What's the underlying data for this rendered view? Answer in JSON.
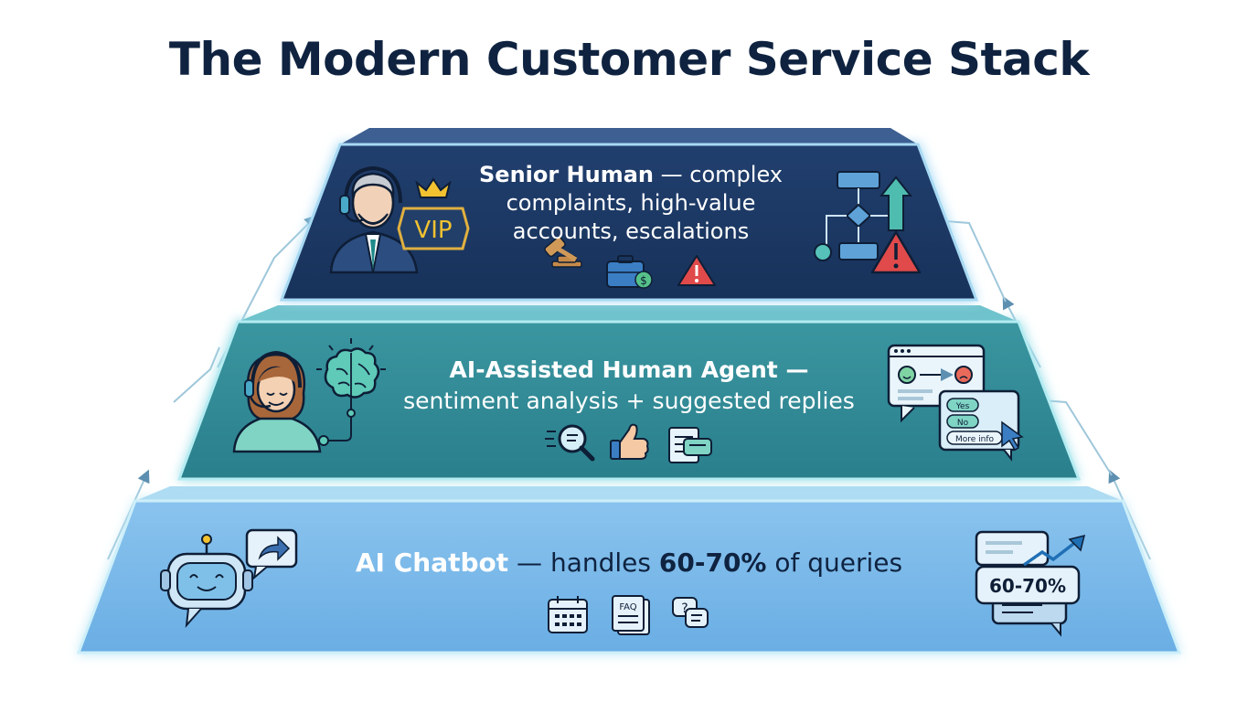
{
  "title": "The Modern Customer Service Stack",
  "tiers": {
    "top": {
      "label": "Senior Human",
      "separator": " — ",
      "description_line1": "complex",
      "description_line2": "complaints, high-value",
      "description_line3": "accounts, escalations",
      "badge": "VIP",
      "icons": [
        "senior-agent-icon",
        "crown-icon",
        "gavel-icon",
        "briefcase-dollar-icon",
        "warning-icon",
        "escalation-flowchart-icon"
      ]
    },
    "middle": {
      "label": "AI-Assisted Human Agent",
      "separator": " —",
      "description": "sentiment analysis + suggested replies",
      "suggested_replies": [
        "Yes",
        "No",
        "More info"
      ],
      "icons": [
        "headset-agent-icon",
        "brain-icon",
        "magnifier-icon",
        "thumbs-up-icon",
        "document-chat-icon",
        "sentiment-window-icon"
      ]
    },
    "bottom": {
      "label": "AI Chatbot",
      "separator": " — ",
      "description_prefix": "handles ",
      "highlight": "60-70%",
      "description_suffix": " of queries",
      "badge_text": "60-70%",
      "faq_label": "FAQ",
      "icons": [
        "robot-icon",
        "share-arrow-icon",
        "calendar-icon",
        "faq-document-icon",
        "question-chat-icon",
        "growth-chart-icon"
      ]
    }
  },
  "colors": {
    "title": "#0f2340",
    "top_fill": "#1c3a66",
    "middle_fill": "#2f8a95",
    "bottom_fill": "#7cb8e8",
    "glow": "#bfe9f7",
    "warning": "#e04a4a",
    "crown": "#f2c230"
  }
}
